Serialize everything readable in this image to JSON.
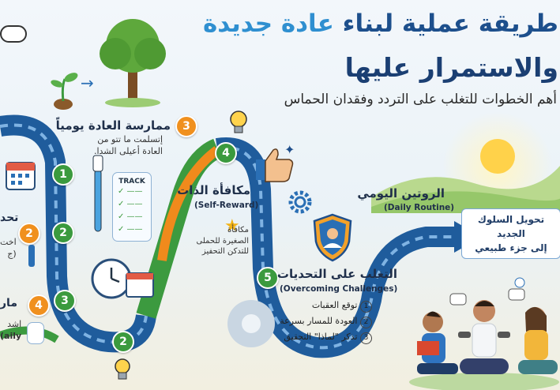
{
  "title": {
    "line1_start": "طريقة عملية لبناء",
    "line1_accent": "عادة جديدة",
    "line2": "والاستمرار عليها",
    "subtitle": "أهم الخطوات للتغلب على التردد وفقدان الحماس"
  },
  "steps": {
    "practice": {
      "number": "3",
      "title": "ممارسة العادة يومياً",
      "desc_line1": "إتسلمت ما تتو من",
      "desc_line2": "العادة أعيلى الشدا."
    },
    "reward": {
      "number": "4",
      "title": "مكافأة الذات",
      "en": "(Self-Reward)",
      "desc_line1": "مكافأة",
      "desc_line2": "الصغيرة للحملى",
      "desc_line3": "للتدكن التحفيز"
    },
    "challenges": {
      "number": "5",
      "title": "التغلب على التحديات",
      "en": "(Overcoming Challenges)",
      "items": [
        {
          "n": "1",
          "text": "توقع العقبات"
        },
        {
          "n": "2",
          "text": "العودة للمسار بسرعة"
        },
        {
          "n": "3",
          "text": "تذكر \"لماذا\" التحقيق"
        }
      ]
    },
    "routine": {
      "title": "الروتين اليومي",
      "en": "(Daily Routine)"
    },
    "callout": {
      "line1": "تحويل السلوك الجديد",
      "line2": "إلى جزء طبيعي"
    }
  },
  "path_markers": {
    "m1": "1",
    "m2": "2",
    "m3": "3",
    "m4": "4",
    "m5": "5",
    "m2b": "2"
  },
  "left_cut": {
    "step2": {
      "number": "2",
      "title": "تحد",
      "desc1": "اخت",
      "desc2": "(ج"
    },
    "step4": {
      "number": "4",
      "title": "مار",
      "desc1": "اشد",
      "desc2": "aily)"
    }
  },
  "icons": {
    "cloud": "cloud-icon",
    "seedling": "seedling-icon",
    "tree": "tree-icon",
    "arrow": "arrow-right-icon",
    "bulb": "lightbulb-icon",
    "thumb": "thumbs-up-icon",
    "gear": "gear-icon",
    "shield": "shield-person-icon",
    "calendar": "calendar-icon",
    "clock": "clock-icon",
    "toothbrush": "toothbrush-icon",
    "checklist": "checklist-icon",
    "star": "star-icon",
    "sun": "sun-icon",
    "people": "people-activities-icon"
  },
  "checklist_label": "TRACK",
  "colors": {
    "blue_path": "#2a6fb5",
    "green_path": "#3c9a3f",
    "orange_path": "#f08a1c",
    "title_dark": "#1b3f73",
    "title_accent": "#2f8fd0"
  }
}
